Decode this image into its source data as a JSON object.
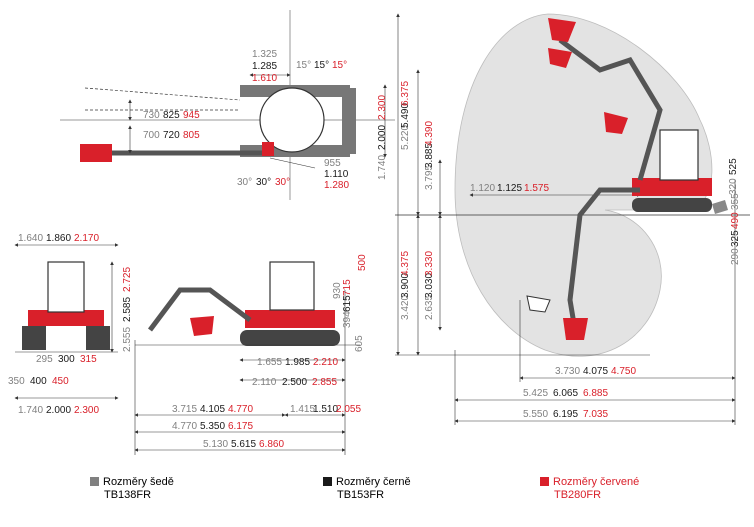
{
  "colors": {
    "gray": "#808080",
    "black": "#1a1a1a",
    "red": "#d9202a",
    "envelope": "#e3e3e3",
    "line": "#333333"
  },
  "legend": [
    {
      "label": "Rozměry šedě",
      "model": "TB138FR",
      "color": "#808080"
    },
    {
      "label": "Rozměry černě",
      "model": "TB153FR",
      "color": "#1a1a1a"
    },
    {
      "label": "Rozměry červené",
      "model": "TB280FR",
      "color": "#d9202a"
    }
  ],
  "top_view": {
    "angle_left": [
      "30°",
      "30°",
      "30°"
    ],
    "angle_right": [
      "15°",
      "15°",
      "15°"
    ],
    "top_dims": [
      "1.325",
      "1.285",
      "1.610"
    ],
    "dim_upper": [
      "730",
      "825",
      "945"
    ],
    "dim_lower": [
      "700",
      "720",
      "805"
    ],
    "right_dims": [
      "955",
      "1.110",
      "1.280"
    ],
    "vert_dims": [
      "1.740",
      "2.000",
      "2.300"
    ]
  },
  "front_view": {
    "width_top": [
      "1.640",
      "1.860",
      "2.170"
    ],
    "height": [
      "2.555",
      "2.585",
      "2.725"
    ],
    "track_a": [
      "295",
      "300",
      "315"
    ],
    "track_b": [
      "350",
      "400",
      "450"
    ],
    "width_bottom": [
      "1.740",
      "2.000",
      "2.300"
    ]
  },
  "side_view": {
    "h_rear": [
      "394",
      "615",
      "715"
    ],
    "h_gap": [
      "605",
      "",
      ""
    ],
    "h_500": [
      "",
      "",
      "500"
    ],
    "tail": [
      "930",
      "",
      ""
    ],
    "len_a": [
      "1.655",
      "1.985",
      "2.210"
    ],
    "len_b": [
      "2.110",
      "2.500",
      "2.855"
    ],
    "len_c": [
      "3.715",
      "4.105",
      "4.770"
    ],
    "len_d": [
      "1.415",
      "1.510",
      "2.055"
    ],
    "len_e": [
      "4.770",
      "5.350",
      "6.175"
    ],
    "len_f": [
      "5.130",
      "5.615",
      "6.860"
    ]
  },
  "reach_view": {
    "v_a": [
      "5.220",
      "5.490",
      "6.375"
    ],
    "v_b": [
      "3.795",
      "3.885",
      "4.390"
    ],
    "v_c": [
      "3.420",
      "3.900",
      "4.375"
    ],
    "v_d": [
      "2.635",
      "3.030",
      "3.330"
    ],
    "h_a": [
      "1.120",
      "1.125",
      "1.575"
    ],
    "h_b": [
      "3.730",
      "4.075",
      "4.750"
    ],
    "h_c": [
      "5.425",
      "6.065",
      "6.885"
    ],
    "h_d": [
      "5.550",
      "6.195",
      "7.035"
    ],
    "r_a": [
      "320",
      "525",
      ""
    ],
    "r_b": [
      "355",
      "",
      ""
    ],
    "r_c": [
      "290",
      "325",
      "490"
    ]
  }
}
